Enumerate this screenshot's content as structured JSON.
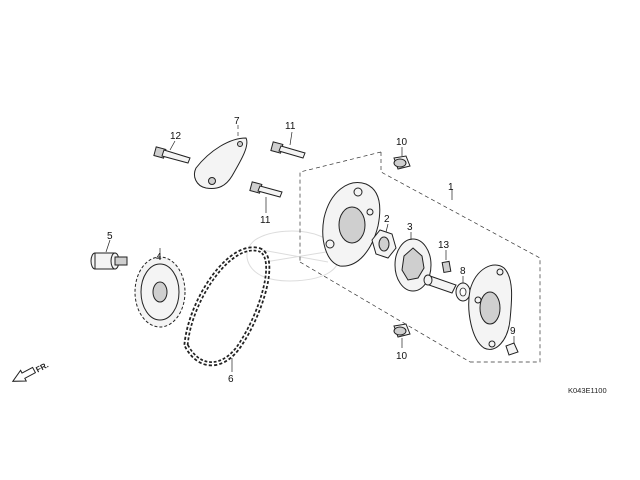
{
  "diagram": {
    "code": "K043E1100",
    "direction_label": "FR.",
    "callouts": {
      "c1": "1",
      "c2": "2",
      "c3": "3",
      "c4": "4",
      "c5": "5",
      "c6": "6",
      "c7": "7",
      "c8": "8",
      "c9": "9",
      "c10_top": "10",
      "c10_bottom": "10",
      "c11_top": "11",
      "c11_mid": "11",
      "c12": "12",
      "c13": "13"
    }
  }
}
